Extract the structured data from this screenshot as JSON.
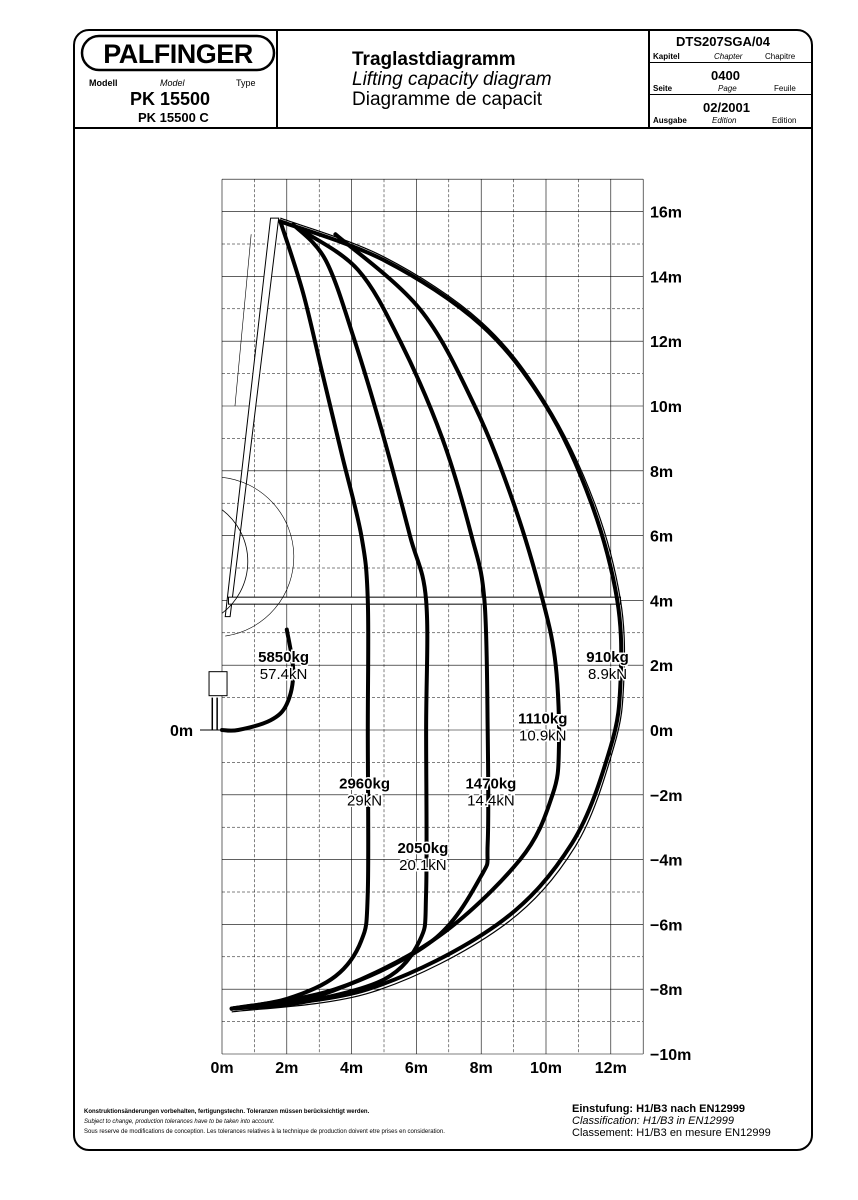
{
  "header": {
    "logo_text": "PALFINGER",
    "model_label_de": "Modell",
    "model_label_en": "Model",
    "model_label_fr": "Type",
    "model_main": "PK 15500",
    "model_variant": "PK 15500 C",
    "title_de": "Traglastdiagramm",
    "title_en": "Lifting capacity diagram",
    "title_fr": "Diagramme de capacit",
    "doc_code": "DTS207SGA/04",
    "chapter_de": "Kapitel",
    "chapter_en": "Chapter",
    "chapter_fr": "Chapitre",
    "page_value": "0400",
    "page_de": "Seite",
    "page_en": "Page",
    "page_fr": "Feuile",
    "edition_value": "02/2001",
    "edition_de": "Ausgabe",
    "edition_en": "Edition",
    "edition_fr": "Edition"
  },
  "footer": {
    "disclaimer_de": "Konstruktionsänderungen vorbehalten, fertigungstechn. Toleranzen müssen berücksichtigt werden.",
    "disclaimer_en": "Subject to change, production tolerances have to be taken into account.",
    "disclaimer_fr": "Sous reserve de modifications de conception. Les tolerances relatives à la technique de production doivent etre prises en consideration.",
    "class_de": "Einstufung: H1/B3 nach EN12999",
    "class_en": "Classification: H1/B3 in EN12999",
    "class_fr": "Classement: H1/B3 en mesure EN12999"
  },
  "chart_data": {
    "type": "line",
    "title": "",
    "xlabel": "",
    "ylabel": "",
    "xlim": [
      0,
      12.5
    ],
    "ylim": [
      -10,
      17
    ],
    "x_ticks": [
      "0m",
      "2m",
      "4m",
      "6m",
      "8m",
      "10m",
      "12m"
    ],
    "y_ticks": [
      "16m",
      "14m",
      "12m",
      "10m",
      "8m",
      "6m",
      "4m",
      "2m",
      "0m",
      "−2m",
      "−4m",
      "−6m",
      "−8m",
      "−10m"
    ],
    "grid": true,
    "series": [
      {
        "name": "5850kg / 57.4kN",
        "x": [
          2.0,
          2.2,
          2.0,
          1.5,
          0.5,
          0.0
        ],
        "y": [
          3.1,
          1.8,
          0.8,
          0.3,
          0.0,
          0.0
        ]
      },
      {
        "name": "2960kg / 29kN",
        "x": [
          1.8,
          2.5,
          3.1,
          3.7,
          4.3,
          4.5,
          4.5,
          4.5,
          4.3,
          3.5,
          2.0,
          0.3
        ],
        "y": [
          15.7,
          13.5,
          11.0,
          8.5,
          6.0,
          4.0,
          0.0,
          -5.0,
          -6.5,
          -7.6,
          -8.3,
          -8.6
        ]
      },
      {
        "name": "2050kg / 20.1kN",
        "x": [
          2.2,
          3.2,
          4.1,
          5.0,
          5.8,
          6.3,
          6.3,
          6.3,
          6.1,
          5.0,
          2.5,
          0.3
        ],
        "y": [
          15.6,
          14.5,
          12.0,
          9.0,
          6.0,
          4.0,
          0.0,
          -5.0,
          -6.5,
          -7.7,
          -8.4,
          -8.6
        ]
      },
      {
        "name": "1470kg / 14.4kN",
        "x": [
          2.5,
          4.2,
          5.5,
          6.8,
          7.7,
          8.1,
          8.2,
          8.2,
          8.0,
          6.5,
          3.5,
          0.3
        ],
        "y": [
          15.4,
          14.2,
          12.0,
          9.0,
          6.0,
          4.0,
          0.0,
          -3.5,
          -4.5,
          -6.5,
          -8.0,
          -8.6
        ]
      },
      {
        "name": "1110kg / 10.9kN",
        "x": [
          3.5,
          6.1,
          7.8,
          9.0,
          9.9,
          10.3,
          10.4,
          10.2,
          9.2,
          6.5,
          3.0,
          0.3
        ],
        "y": [
          15.3,
          13.0,
          10.0,
          7.0,
          4.0,
          2.0,
          -0.5,
          -2.0,
          -4.0,
          -6.5,
          -8.2,
          -8.6
        ]
      },
      {
        "name": "910kg / 8.9kN",
        "x": [
          1.8,
          5.0,
          8.0,
          10.0,
          11.4,
          12.2,
          12.3,
          12.0,
          10.8,
          8.5,
          4.5,
          0.3
        ],
        "y": [
          15.7,
          14.5,
          12.5,
          10.0,
          7.0,
          4.0,
          1.5,
          -0.5,
          -3.5,
          -6.0,
          -8.0,
          -8.6
        ]
      }
    ],
    "boundary": {
      "x": [
        1.8,
        5.0,
        8.0,
        10.0,
        11.5,
        12.3,
        12.4,
        12.1,
        10.9,
        8.6,
        4.6,
        0.3
      ],
      "y": [
        15.8,
        14.6,
        12.6,
        10.1,
        7.0,
        4.0,
        1.5,
        -0.5,
        -3.6,
        -6.1,
        -8.1,
        -8.7
      ]
    },
    "labels": [
      {
        "kg": "5850kg",
        "kn": "57.4kN",
        "x": 1.9,
        "y": 2.1
      },
      {
        "kg": "2960kg",
        "kn": "29kN",
        "x": 4.4,
        "y": -1.8
      },
      {
        "kg": "2050kg",
        "kn": "20.1kN",
        "x": 6.2,
        "y": -3.8
      },
      {
        "kg": "1470kg",
        "kn": "14.4kN",
        "x": 8.3,
        "y": -1.8
      },
      {
        "kg": "1110kg",
        "kn": "10.9kN",
        "x": 9.9,
        "y": 0.2
      },
      {
        "kg": "910kg",
        "kn": "8.9kN",
        "x": 11.9,
        "y": 2.1
      }
    ],
    "line_color": "#000000"
  }
}
